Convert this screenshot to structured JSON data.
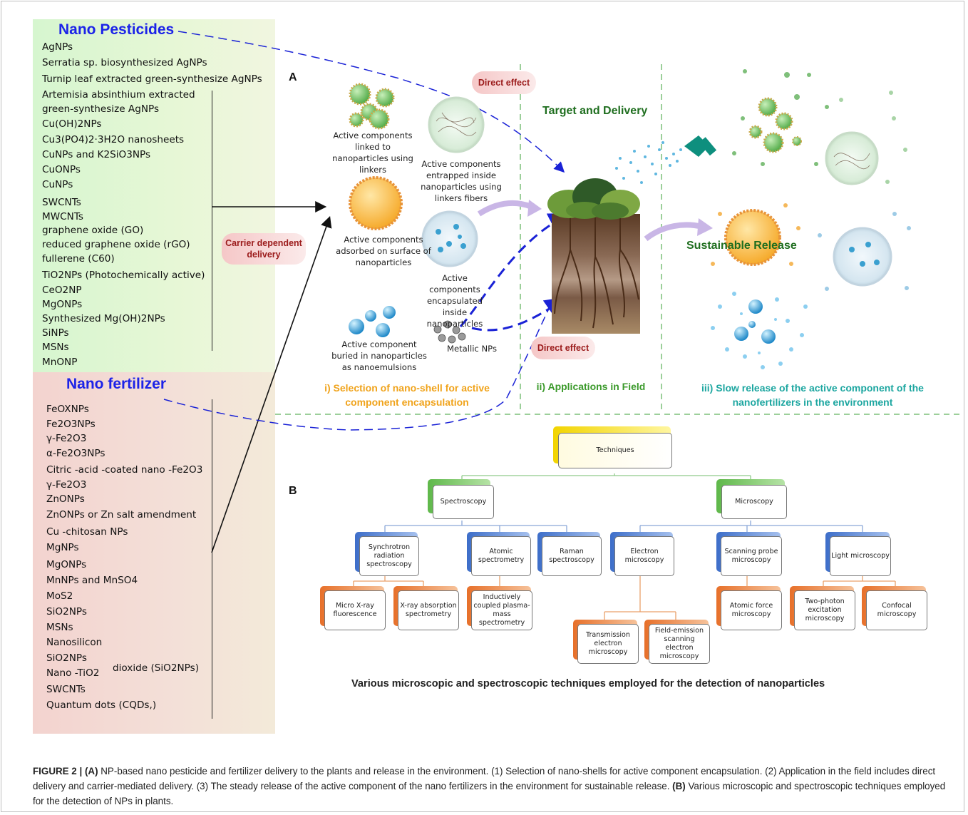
{
  "pesticides": {
    "title": "Nano Pesticides",
    "items": [
      "AgNPs",
      "Serratia sp. biosynthesized AgNPs",
      "Turnip  leaf extracted green-synthesize AgNPs",
      "Artemisia absinthium extracted",
      "green-synthesize AgNPs",
      "Cu(OH)2NPs",
      "Cu3(PO4)2·3H2O nanosheets",
      "CuNPs and K2SiO3NPs",
      "CuONPs",
      "CuNPs",
      "SWCNTs",
      "MWCNTs",
      "graphene oxide (GO)",
      "reduced graphene oxide (rGO)",
      "fullerene (C60)",
      "TiO2NPs (Photochemically active)",
      "CeO2NP",
      "MgONPs",
      "Synthesized  Mg(OH)2NPs",
      "SiNPs",
      "MSNs",
      "MnONP"
    ]
  },
  "fertilizers": {
    "title": "Nano fertilizer",
    "items": [
      "FeOXNPs",
      "Fe2O3NPs",
      "γ-Fe2O3",
      "α-Fe2O3NPs",
      "Citric  -acid -coated nano -Fe2O3",
      "γ-Fe2O3",
      "ZnONPs",
      "ZnONPs or Zn salt amendment",
      "Cu -chitosan NPs",
      "MgNPs",
      "MgONPs",
      "MnNPs and MnSO4",
      "MoS2",
      "SiO2NPs",
      "MSNs",
      "Nanosilicon",
      "SiO2NPs",
      "Nano -TiO2",
      "SWCNTs",
      "Quantum dots (CQDs,)"
    ],
    "extra_note": "dioxide (SiO2NPs)"
  },
  "panelA": {
    "label": "A",
    "direct_effect_top": "Direct effect",
    "direct_effect_bottom": "Direct effect",
    "carrier_dependent": "Carrier dependent delivery",
    "target_delivery": "Target and Delivery",
    "sustainable_release": "Sustainable Release",
    "captions": {
      "linked": "Active components linked to nanoparticles using linkers",
      "entrapped": "Active components entrapped inside nanoparticles using linkers fibers",
      "adsorbed": "Active components adsorbed on surface of nanoparticles",
      "encapsulated": "Active components encapsulated inside nanoparticles",
      "buried": "Active component buried in nanoparticles as nanoemulsions",
      "metallic": "Metallic NPs"
    },
    "step1": "i) Selection of nano-shell for active component encapsulation",
    "step2": "ii) Applications in Field",
    "step3": "iii) Slow release of the active component of the nanofertilizers in the environment"
  },
  "panelB": {
    "label": "B",
    "root": "Techniques",
    "spectroscopy": "Spectroscopy",
    "microscopy": "Microscopy",
    "synchrotron": "Synchrotron radiation spectroscopy",
    "atomic": "Atomic spectrometry",
    "raman": "Raman spectroscopy",
    "electron": "Electron microscopy",
    "scanning_probe": "Scanning probe microscopy",
    "light": "Light microscopy",
    "micro_xray": "Micro X-ray fluorescence",
    "xray_abs": "X-ray absorption spectrometry",
    "icp": "Inductively coupled plasma-mass spectrometry",
    "tem": "Transmission electron microscopy",
    "fesem": "Field-emission scanning electron microscopy",
    "afm": "Atomic force microscopy",
    "two_photon": "Two-photon excitation microscopy",
    "confocal": "Confocal microscopy",
    "bottom_title": "Various microscopic and spectroscopic techniques employed for the detection of nanoparticles"
  },
  "figure_caption": {
    "label": "FIGURE 2 | (A)",
    "part_a": " NP-based nano pesticide and fertilizer delivery to the plants and release in the environment. (1) Selection of nano-shells for active component encapsulation. (2) Application in the field includes direct delivery and carrier-mediated delivery. (3) The steady release of the active component of the nano fertilizers in the environment for sustainable release. ",
    "label_b": "(B)",
    "part_b": " Various microscopic and spectroscopic techniques employed for the detection of NPs in plants."
  },
  "colors": {
    "title_blue": "#1c23e8",
    "orange": "#f0a31b",
    "green": "#3c9a2c",
    "teal": "#1ca6a0",
    "arrow_blue": "#1a22d6"
  }
}
